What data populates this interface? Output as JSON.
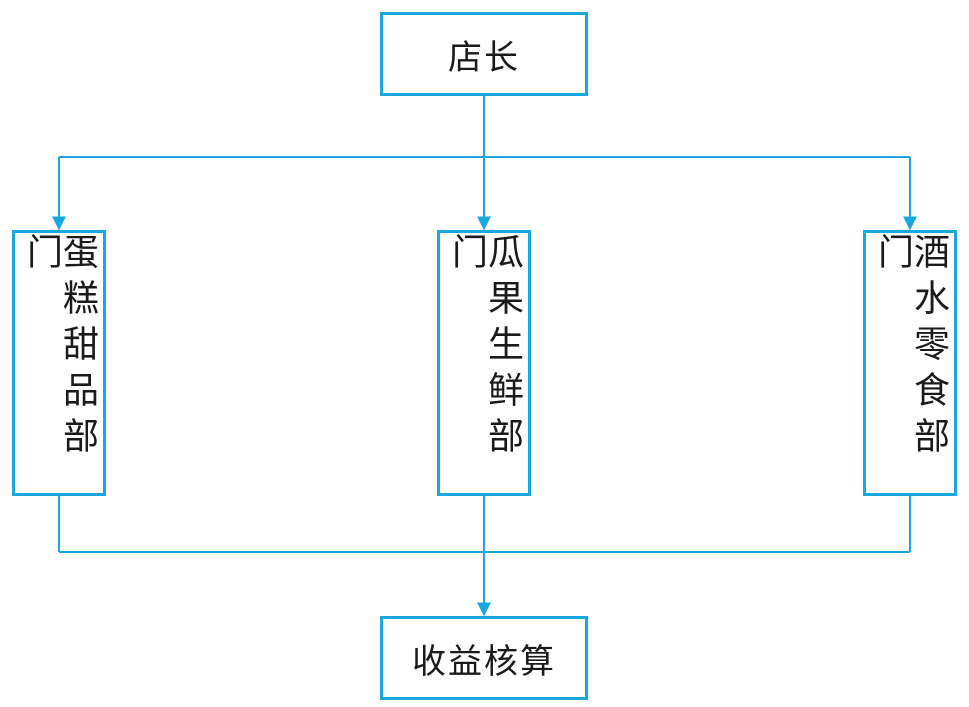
{
  "diagram": {
    "line_color": "#1aa7e0",
    "text_color": "#1a1a1a",
    "nodes": {
      "top": "店长",
      "left": "蛋糕甜品部门",
      "middle": "瓜果生鲜部门",
      "right": "酒水零食部门",
      "bottom": "收益核算"
    },
    "edges": [
      {
        "from": "top",
        "to": "left"
      },
      {
        "from": "top",
        "to": "middle"
      },
      {
        "from": "top",
        "to": "right"
      },
      {
        "from": "left",
        "to": "bottom"
      },
      {
        "from": "middle",
        "to": "bottom"
      },
      {
        "from": "right",
        "to": "bottom"
      }
    ]
  }
}
